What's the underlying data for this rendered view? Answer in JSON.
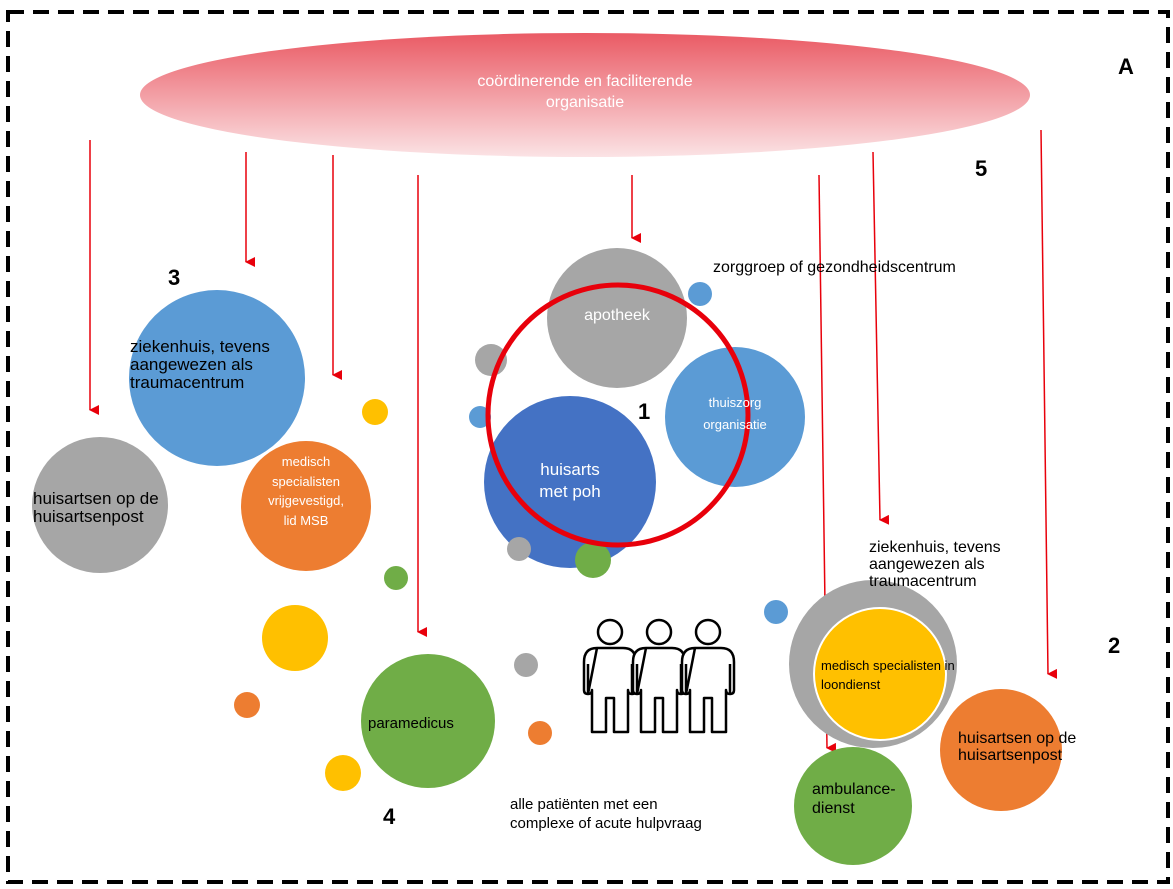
{
  "section_marker": "A",
  "numbers": {
    "n1": "1",
    "n2": "2",
    "n3": "3",
    "n4": "4",
    "n5": "5"
  },
  "coordinating_org": {
    "line1": "coördinerende en faciliterende",
    "line2": "organisatie"
  },
  "care_group": "zorggroep of gezondheidscentrum",
  "pharmacy": "apotheek",
  "home_care": {
    "line1": "thuiszorg",
    "line2": "organisatie"
  },
  "gp": {
    "line1": "huisarts",
    "line2": "met poh"
  },
  "hospital_left": {
    "line1": "ziekenhuis, tevens",
    "line2": "aangewezen als",
    "line3": "traumacentrum"
  },
  "gp_post_left": {
    "line1": "huisartsen op de",
    "line2": "huisartsenpost"
  },
  "specialists_independent": {
    "line1": "medisch",
    "line2": "specialisten",
    "line3": "vrijgevestigd,",
    "line4": "lid MSB"
  },
  "paramedic": "paramedicus",
  "patients": {
    "line1": "alle patiënten met een",
    "line2": "complexe of acute hulpvraag"
  },
  "hospital_right": {
    "line1": "ziekenhuis, tevens",
    "line2": "aangewezen als",
    "line3": "traumacentrum"
  },
  "specialists_salaried": {
    "line1": "medisch specialisten in",
    "line2": "loondienst"
  },
  "gp_post_right": {
    "line1": "huisartsen op de",
    "line2": "huisartsenpost"
  },
  "ambulance": {
    "line1": "ambulance-",
    "line2": "dienst"
  },
  "colors": {
    "border": "#000000",
    "arrow": "#e8000b",
    "ellipse": "#f07f86",
    "grey": "#a6a6a6",
    "light_blue": "#5b9bd5",
    "dark_blue": "#4472c4",
    "orange": "#ed7d31",
    "yellow": "#ffc000",
    "green": "#70ad47",
    "ring": "#e8000b"
  }
}
